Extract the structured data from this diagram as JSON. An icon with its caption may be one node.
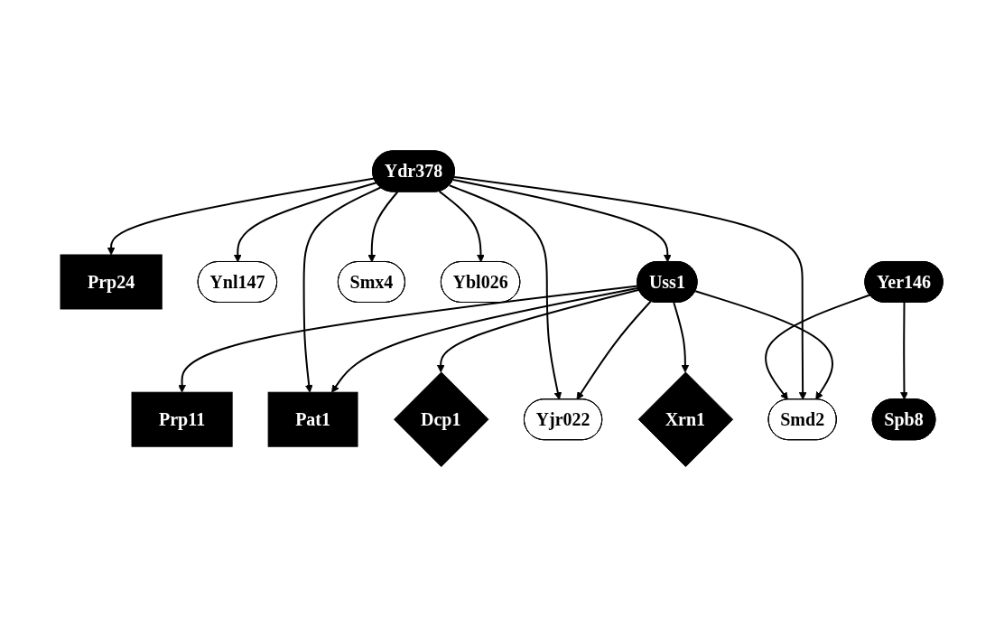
{
  "diagram": {
    "nodes": [
      {
        "text": [
          "Prp11"
        ]
      },
      {
        "text": [
          "Prp24"
        ]
      },
      {
        "text": [
          "Pat1"
        ]
      },
      {
        "text": [
          "Ynl147"
        ]
      },
      {
        "text": [
          "Uss1"
        ]
      },
      {
        "text": [
          "Ydr378"
        ]
      },
      {
        "text": [
          "Smx4"
        ]
      },
      {
        "text": [
          "Yjr022"
        ]
      },
      {
        "text": [
          "Smd2"
        ]
      },
      {
        "text": [
          "Ybl026"
        ]
      },
      {
        "text": [
          "Dcp1"
        ]
      },
      {
        "text": [
          "Xrn1"
        ]
      },
      {
        "text": [
          "Yer146"
        ]
      },
      {
        "text": [
          "Spb8"
        ]
      }
    ],
    "edges": [
      {
        "from": 4,
        "to": 0,
        "arrow": "to"
      },
      {
        "from": 4,
        "to": 2,
        "arrow": "to"
      },
      {
        "from": 4,
        "to": 7,
        "arrow": "to"
      },
      {
        "from": 4,
        "to": 8,
        "arrow": "to"
      },
      {
        "from": 4,
        "to": 10,
        "arrow": "to"
      },
      {
        "from": 4,
        "to": 11,
        "arrow": "to"
      },
      {
        "from": 5,
        "to": 1,
        "arrow": "to"
      },
      {
        "from": 5,
        "to": 2,
        "arrow": "to"
      },
      {
        "from": 5,
        "to": 3,
        "arrow": "to"
      },
      {
        "from": 5,
        "to": 4,
        "arrow": "to"
      },
      {
        "from": 5,
        "to": 6,
        "arrow": "to"
      },
      {
        "from": 5,
        "to": 7,
        "arrow": "to"
      },
      {
        "from": 5,
        "to": 8,
        "arrow": "to"
      },
      {
        "from": 5,
        "to": 9,
        "arrow": "to"
      },
      {
        "from": 12,
        "to": 8,
        "arrow": "to"
      },
      {
        "from": 12,
        "to": 13,
        "arrow": "to"
      }
    ]
  }
}
